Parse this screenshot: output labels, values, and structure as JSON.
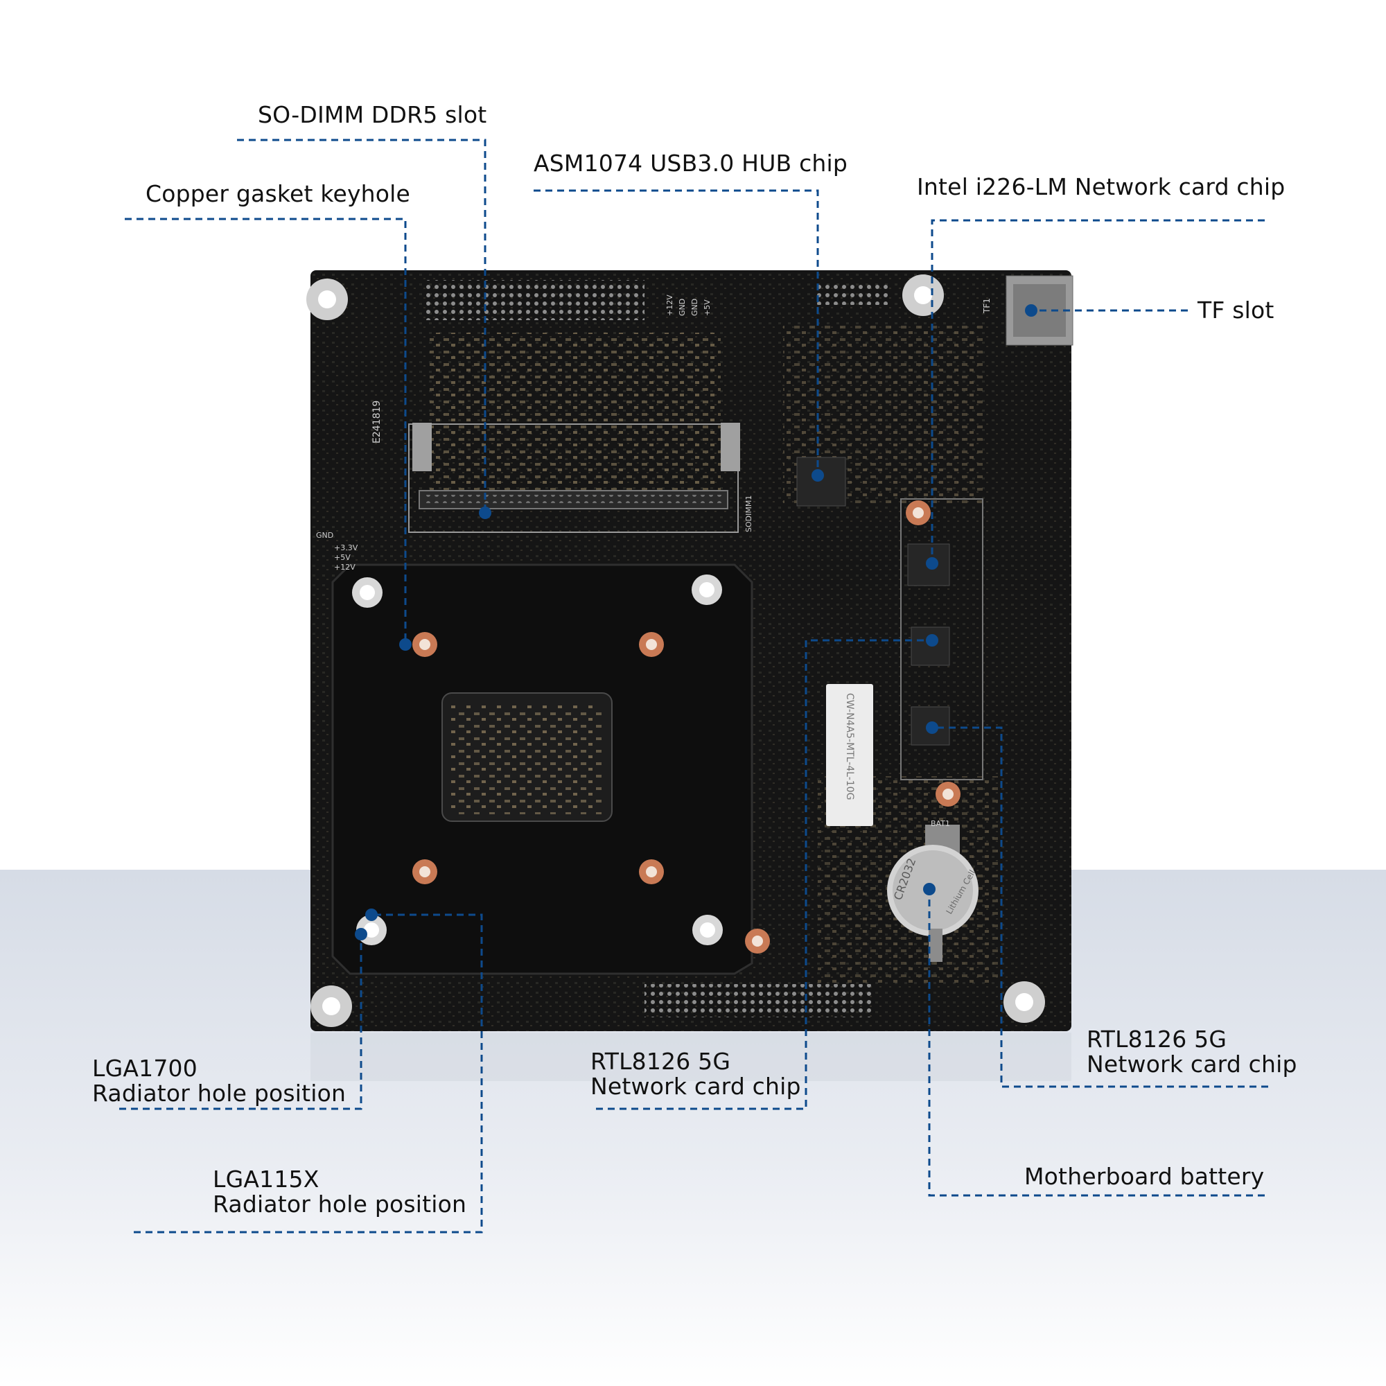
{
  "colors": {
    "leader_line": "#0d4a8c",
    "board": "#151515",
    "label_text": "#111111",
    "floor_gradient_top": "#d6dce6"
  },
  "callouts": [
    {
      "id": "so-dimm",
      "lines": [
        "SO-DIMM DDR5 slot"
      ]
    },
    {
      "id": "asm1074",
      "lines": [
        "ASM1074 USB3.0 HUB chip"
      ]
    },
    {
      "id": "copper-keyhole",
      "lines": [
        "Copper gasket keyhole"
      ]
    },
    {
      "id": "i226",
      "lines": [
        "Intel i226-LM Network card chip"
      ]
    },
    {
      "id": "tf-slot",
      "lines": [
        "TF slot"
      ]
    },
    {
      "id": "rtl8126-right",
      "lines": [
        "RTL8126 5G",
        "Network card chip"
      ]
    },
    {
      "id": "lga1700",
      "lines": [
        "LGA1700",
        "Radiator hole position"
      ]
    },
    {
      "id": "rtl8126-center",
      "lines": [
        "RTL8126 5G",
        "Network card chip"
      ]
    },
    {
      "id": "battery",
      "lines": [
        "Motherboard battery"
      ]
    },
    {
      "id": "lga115x",
      "lines": [
        "LGA115X",
        "Radiator hole position"
      ]
    }
  ],
  "board": {
    "sticker_text": "CW-N4A5-MTL-4L-10G",
    "battery_text": "CR2032",
    "battery_brand": "Lithium Cell",
    "cert_text": "E241819",
    "slot_label": "SODIMM1",
    "power_labels": [
      "+12V",
      "GND",
      "GND",
      "+5V"
    ],
    "rail_labels": [
      "+3.3V",
      "+5V",
      "+12V",
      "GND"
    ],
    "tf_label": "TF1",
    "bat_label": "BAT1"
  }
}
